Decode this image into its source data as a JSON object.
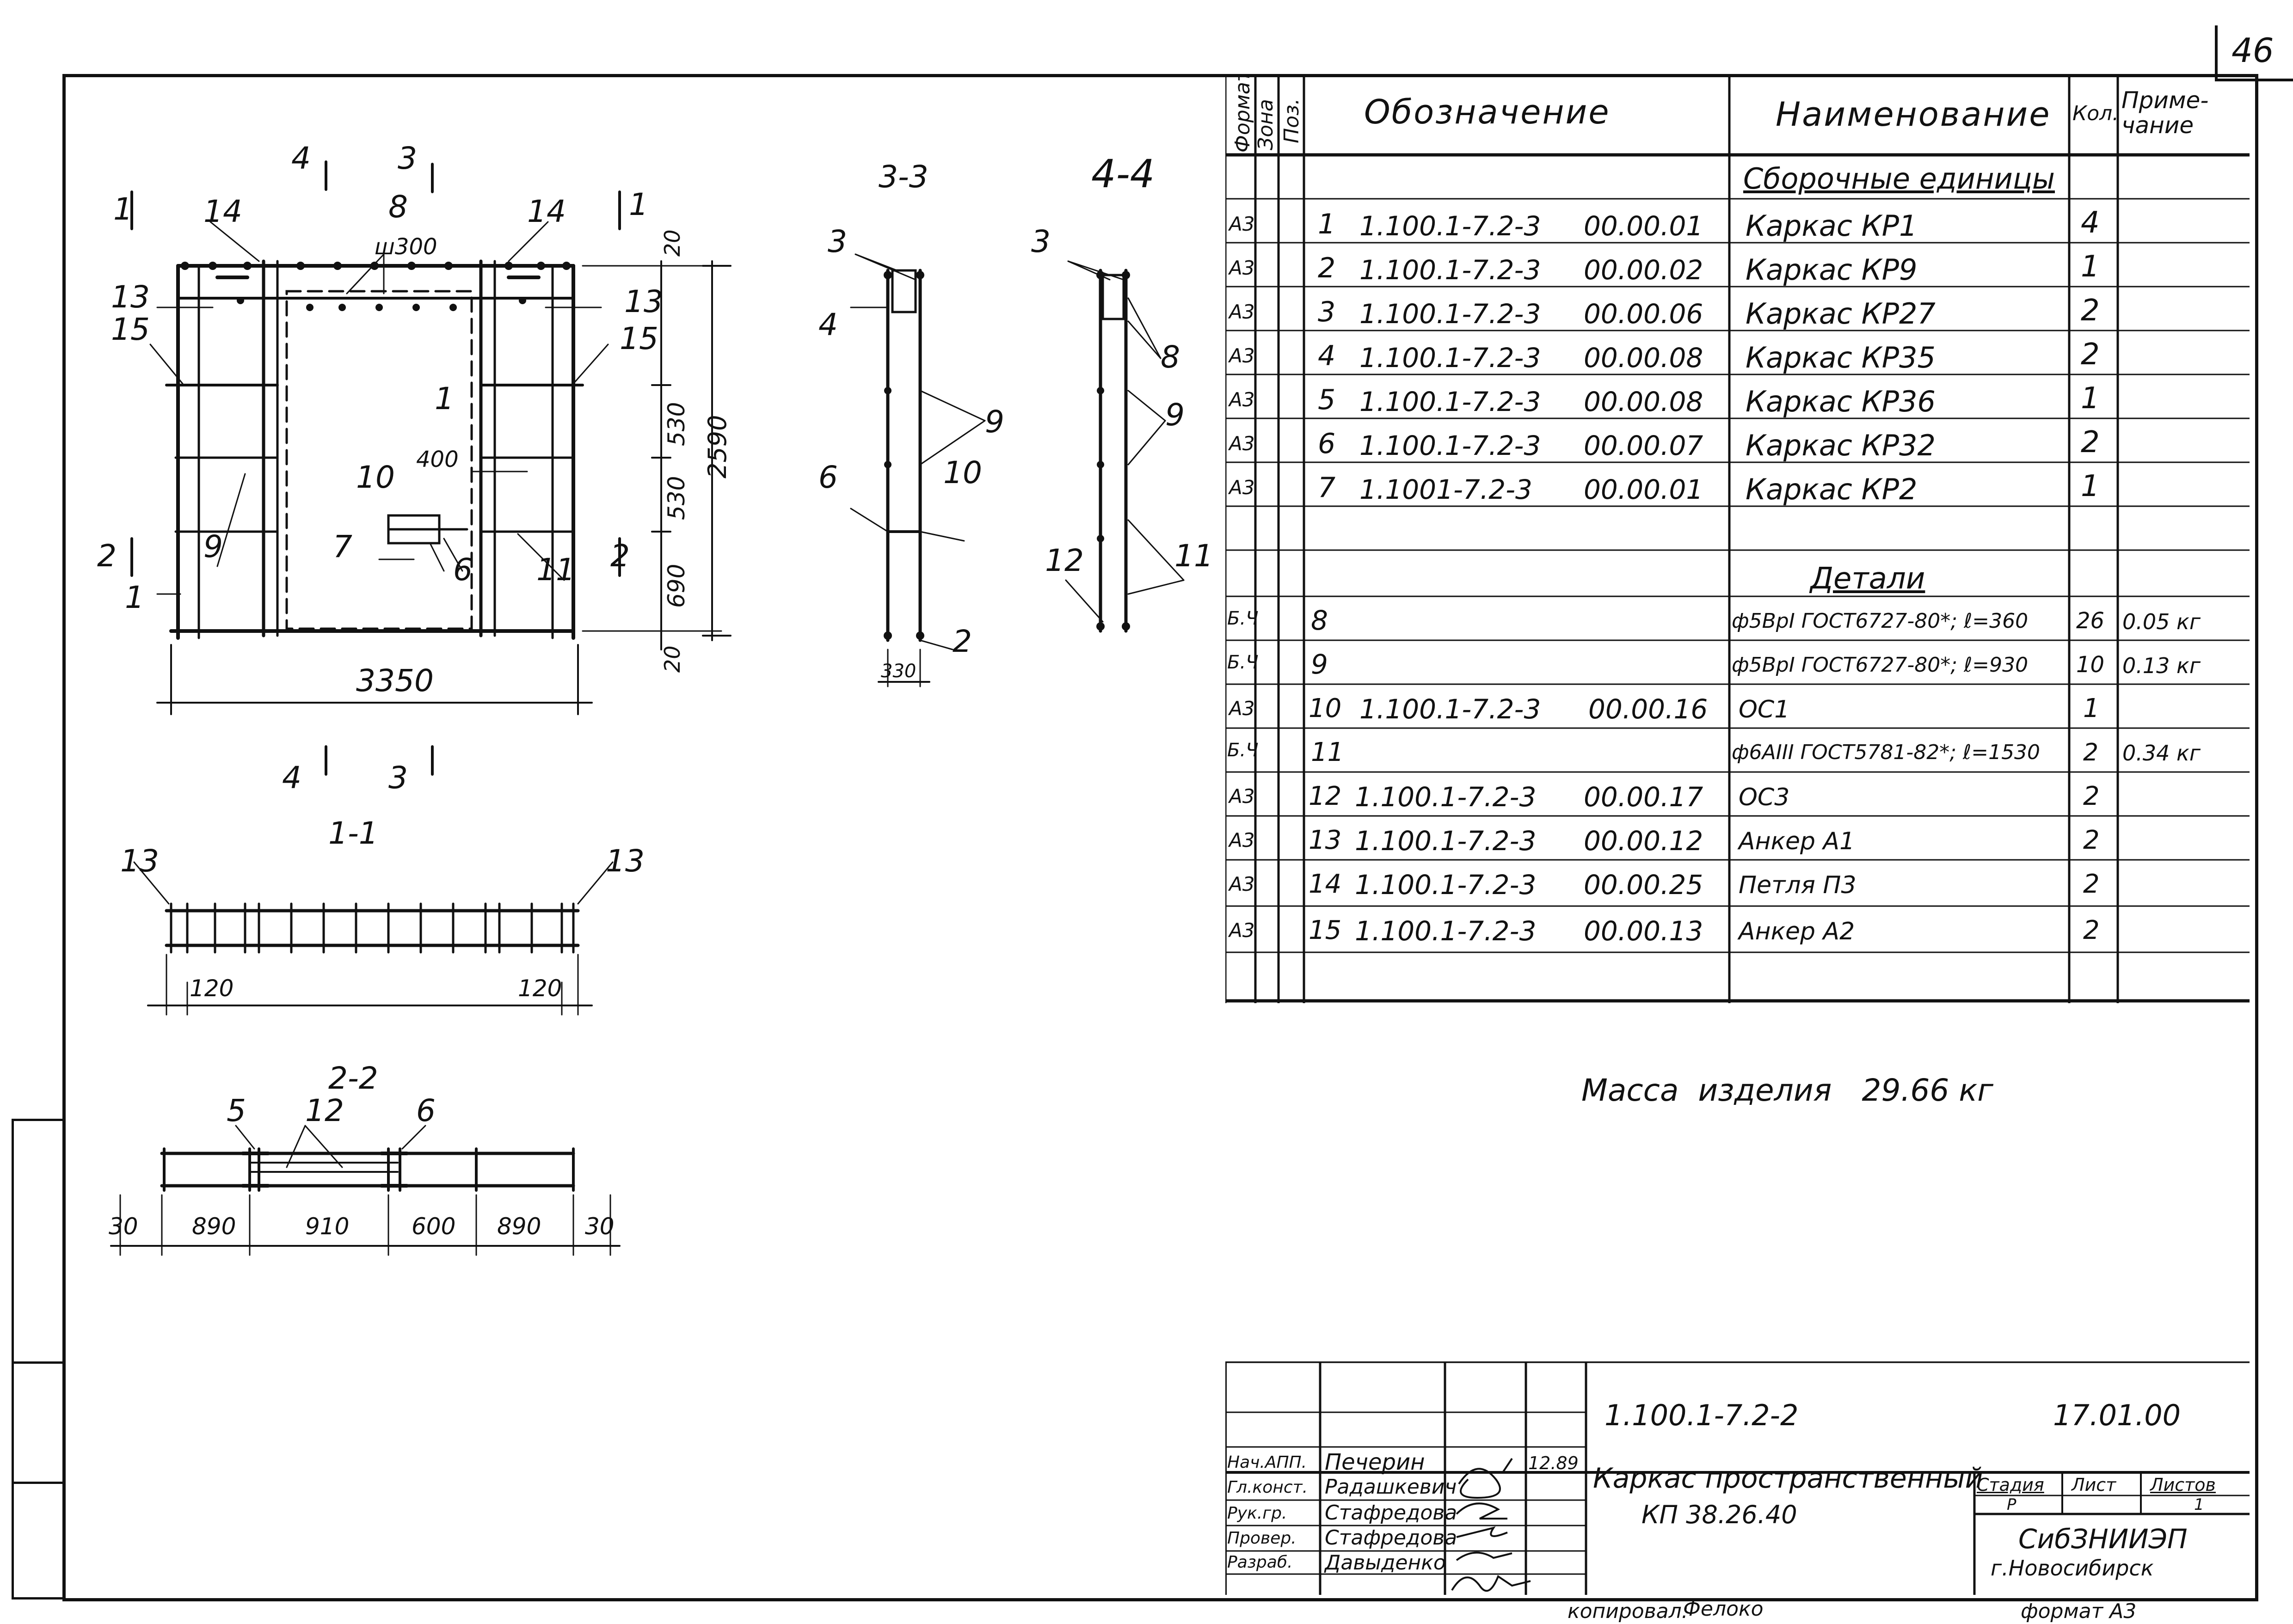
{
  "sheet": {
    "page_number": "46",
    "format_label": "формат А3",
    "copied_label": "копировал:",
    "copied_sign": "Фелоко"
  },
  "spec": {
    "headers": {
      "format": "Формат",
      "zone": "Зона",
      "pos": "Поз.",
      "designation": "Обозначение",
      "name": "Наименование",
      "qty": "Кол.",
      "note": "Приме-\nчание"
    },
    "section_assemblies": "Сборочные единицы",
    "section_details": "Детали",
    "assemblies": [
      {
        "format": "А3",
        "pos": "1",
        "code": "1.100.1-7.2-3",
        "num": "00.00.01",
        "name": "Каркас  КР1",
        "qty": "4",
        "note": ""
      },
      {
        "format": "А3",
        "pos": "2",
        "code": "1.100.1-7.2-3",
        "num": "00.00.02",
        "name": "Каркас  КР9",
        "qty": "1",
        "note": ""
      },
      {
        "format": "А3",
        "pos": "3",
        "code": "1.100.1-7.2-3",
        "num": "00.00.06",
        "name": "Каркас  КР27",
        "qty": "2",
        "note": ""
      },
      {
        "format": "А3",
        "pos": "4",
        "code": "1.100.1-7.2-3",
        "num": "00.00.08",
        "name": "Каркас  КР35",
        "qty": "2",
        "note": ""
      },
      {
        "format": "А3",
        "pos": "5",
        "code": "1.100.1-7.2-3",
        "num": "00.00.08",
        "name": "Каркас  КР36",
        "qty": "1",
        "note": ""
      },
      {
        "format": "А3",
        "pos": "6",
        "code": "1.100.1-7.2-3",
        "num": "00.00.07",
        "name": "Каркас  КР32",
        "qty": "2",
        "note": ""
      },
      {
        "format": "А3",
        "pos": "7",
        "code": "1.1001-7.2-3",
        "num": "00.00.01",
        "name": "Каркас  КР2",
        "qty": "1",
        "note": ""
      }
    ],
    "details": [
      {
        "format": "Б.Ч",
        "pos": "8",
        "code": "",
        "num": "",
        "name": "ф5ВрI ГОСТ6727-80*; ℓ=360",
        "qty": "26",
        "note": "0.05 кг"
      },
      {
        "format": "Б.Ч",
        "pos": "9",
        "code": "",
        "num": "",
        "name": "ф5ВрI ГОСТ6727-80*; ℓ=930",
        "qty": "10",
        "note": "0.13 кг"
      },
      {
        "format": "А3",
        "pos": "10",
        "code": "1.100.1-7.2-3",
        "num": "00.00.16",
        "name": "ОС1",
        "qty": "1",
        "note": ""
      },
      {
        "format": "Б.Ч",
        "pos": "11",
        "code": "",
        "num": "",
        "name": "ф6АIII ГОСТ5781-82*; ℓ=1530",
        "qty": "2",
        "note": "0.34 кг"
      },
      {
        "format": "А3",
        "pos": "12",
        "code": "1.100.1-7.2-3",
        "num": "00.00.17",
        "name": "ОС3",
        "qty": "2",
        "note": ""
      },
      {
        "format": "А3",
        "pos": "13",
        "code": "1.100.1-7.2-3",
        "num": "00.00.12",
        "name": "Анкер А1",
        "qty": "2",
        "note": ""
      },
      {
        "format": "А3",
        "pos": "14",
        "code": "1.100.1-7.2-3",
        "num": "00.00.25",
        "name": "Петля П3",
        "qty": "2",
        "note": ""
      },
      {
        "format": "А3",
        "pos": "15",
        "code": "1.100.1-7.2-3",
        "num": "00.00.13",
        "name": "Анкер А2",
        "qty": "2",
        "note": ""
      }
    ],
    "mass_label": "Масса  изделия",
    "mass_value": "29.66 кг"
  },
  "stamp": {
    "doc_code": "1.100.1-7.2-2",
    "date": "17.01.00",
    "roles": [
      {
        "role": "Нач.АПП.",
        "name": "Печерин",
        "date": "12.89"
      },
      {
        "role": "Гл.конст.",
        "name": "Радашкевич",
        "date": ""
      },
      {
        "role": "Рук.гр.",
        "name": "Стафредова",
        "date": ""
      },
      {
        "role": "Провер.",
        "name": "Стафредова",
        "date": ""
      },
      {
        "role": "Разраб.",
        "name": "Давыденко",
        "date": ""
      }
    ],
    "title_line1": "Каркас пространственный",
    "title_line2": "КП 38.26.40",
    "stage_label": "Стадия",
    "sheet_label": "Лист",
    "sheets_label": "Листов",
    "stage_value": "Р",
    "sheets_value": "1",
    "org_line1": "СибЗНИИЭП",
    "org_line2": "г.Новосибирск"
  },
  "drawing": {
    "section_3_3": "3-3",
    "section_4_4": "4-4",
    "section_1_1": "1-1",
    "section_2_2": "2-2",
    "dim_3350": "3350",
    "dim_2590": "2590",
    "dim_530a": "530",
    "dim_530b": "530",
    "dim_690": "690",
    "dim_20a": "20",
    "dim_20b": "20",
    "dim_400": "400",
    "dim_sh300": "ш300",
    "dim_330": "330",
    "dim_120a": "120",
    "dim_120b": "120",
    "dim_30a": "30",
    "dim_890a": "890",
    "dim_910": "910",
    "dim_600": "600",
    "dim_890b": "890",
    "dim_30b": "30",
    "cut_1": "1",
    "cut_2": "2",
    "cut_3": "3",
    "cut_4": "4",
    "p1": "1",
    "p2": "2",
    "p3": "3",
    "p4": "4",
    "p5": "5",
    "p6": "6",
    "p7": "7",
    "p8": "8",
    "p9": "9",
    "p10": "10",
    "p11": "11",
    "p12": "12",
    "p13": "13",
    "p14": "14",
    "p15": "15"
  }
}
